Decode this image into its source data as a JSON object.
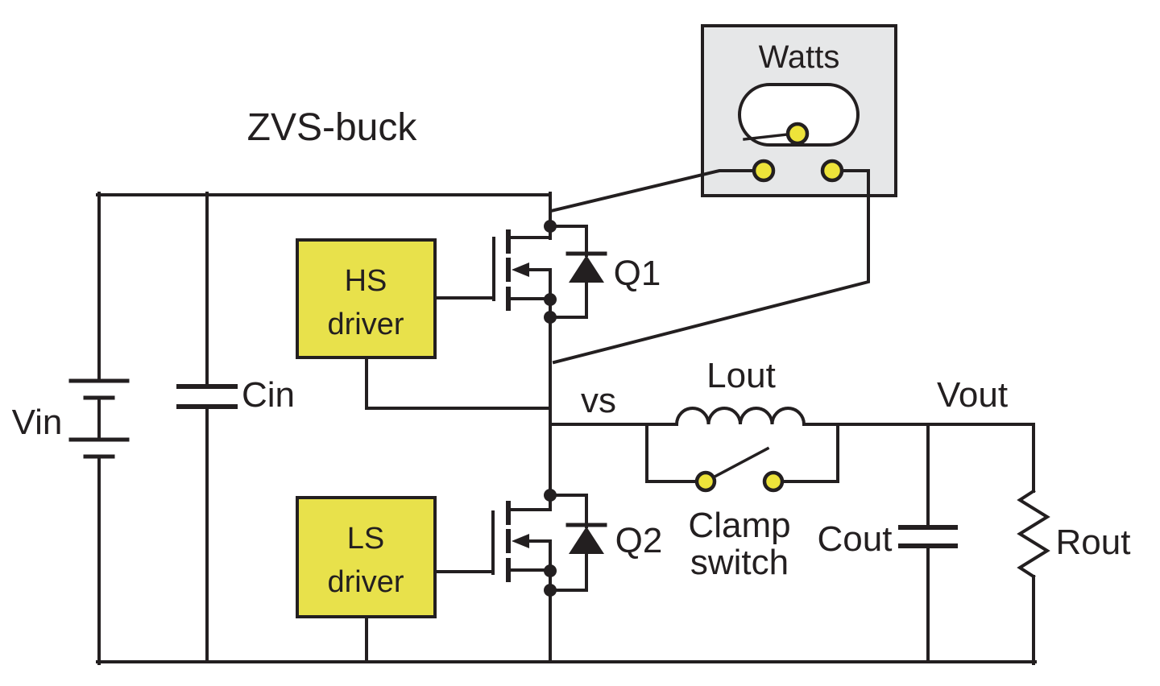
{
  "diagram": {
    "title": "ZVS-buck",
    "meter": {
      "label": "Watts"
    },
    "labels": {
      "vin": "Vin",
      "cin": "Cin",
      "q1": "Q1",
      "q2": "Q2",
      "switch_node": "vs",
      "lout": "Lout",
      "clamp_line1": "Clamp",
      "clamp_line2": "switch",
      "cout": "Cout",
      "vout": "Vout",
      "rout": "Rout"
    },
    "hs_driver": {
      "line1": "HS",
      "line2": "driver"
    },
    "ls_driver": {
      "line1": "LS",
      "line2": "driver"
    },
    "colors": {
      "wire": "#231f20",
      "driver_box_fill": "#e8e14b",
      "driver_text": "#232144",
      "terminal_yellow": "#ede33a",
      "meter_fill": "#e6e7e8",
      "dial_fill": "#ffffff",
      "background": "#ffffff"
    }
  }
}
